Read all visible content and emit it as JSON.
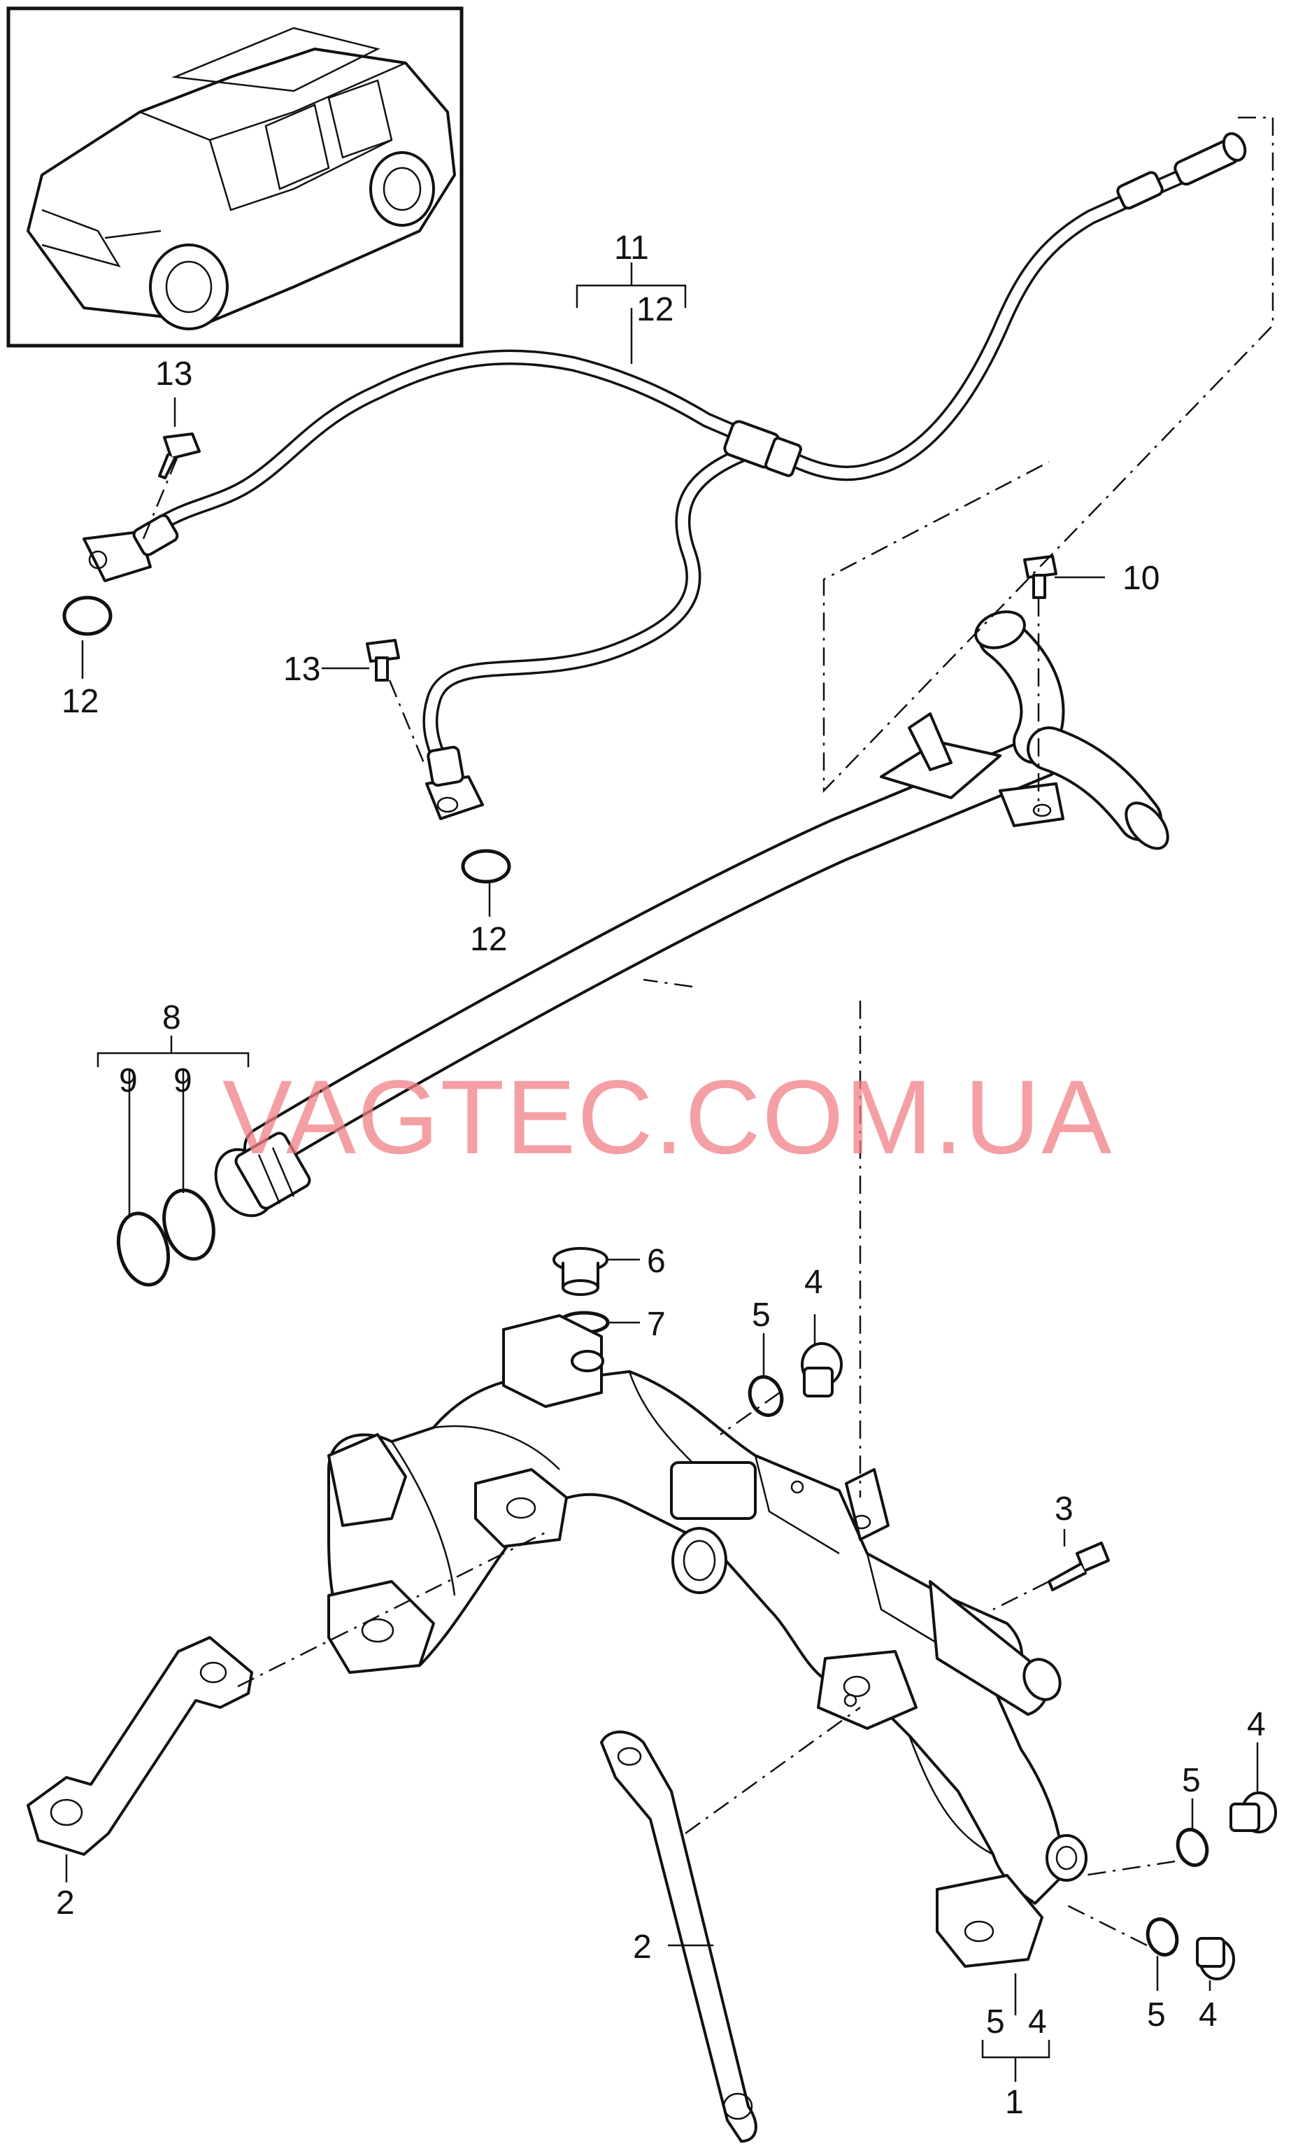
{
  "watermark": "VAGTEC.COM.UA",
  "callouts": {
    "c11": "11",
    "c12a": "12",
    "c13a": "13",
    "c12b": "12",
    "c13b": "13",
    "c12c": "12",
    "c10": "10",
    "c8": "8",
    "c9a": "9",
    "c9b": "9",
    "c6": "6",
    "c7": "7",
    "c5a": "5",
    "c4a": "4",
    "c3": "3",
    "c4b": "4",
    "c5b": "5",
    "c2a": "2",
    "c2b": "2",
    "c5c": "5",
    "c4c": "4",
    "c5d": "5",
    "c4d": "4",
    "c1": "1"
  },
  "icons": {
    "vehicle": "car-thumbnail-icon"
  }
}
